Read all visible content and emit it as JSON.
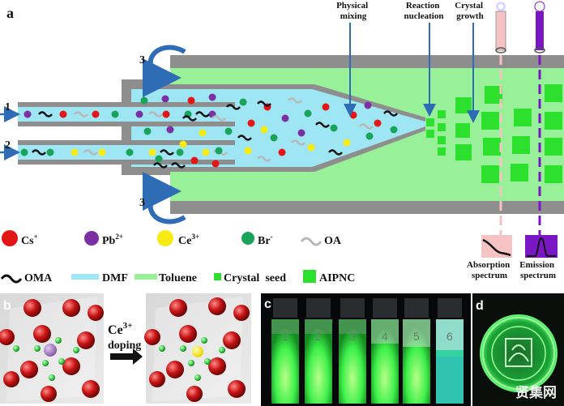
{
  "panels": {
    "a": "a",
    "b": "b",
    "c": "c",
    "d": "d"
  },
  "inlets": {
    "one": "1",
    "two": "2",
    "three": "3"
  },
  "stage_labels": {
    "physical": [
      "Physical",
      "mixing"
    ],
    "reaction": [
      "Reaction",
      "nucleation"
    ],
    "growth": [
      "Crystal",
      "growth"
    ]
  },
  "spectra": {
    "absorption": [
      "Absorption",
      "spectrum"
    ],
    "emission": [
      "Emission",
      "spectrum"
    ]
  },
  "legend_row1": [
    {
      "label": "Cs",
      "sup": "+",
      "color": "#e31616",
      "shape": "dot"
    },
    {
      "label": "Pb",
      "sup": "2+",
      "color": "#7b2fa3",
      "shape": "dot"
    },
    {
      "label": "Ce",
      "sup": "3+",
      "color": "#f7ea15",
      "shape": "dot"
    },
    {
      "label": "Br",
      "sup": "-",
      "color": "#1aa35a",
      "shape": "dot"
    },
    {
      "label": "OA",
      "sup": "",
      "color": "#b8b8b8",
      "shape": "squiggle"
    }
  ],
  "legend_row2": [
    {
      "label": "OMA",
      "color": "#111111",
      "shape": "squiggle"
    },
    {
      "label": "DMF",
      "color": "#9fe6f5",
      "shape": "bar"
    },
    {
      "label": "Toluene",
      "color": "#98f098",
      "shape": "bar"
    },
    {
      "label": "Crystal  seed",
      "color": "#2ee02e",
      "shape": "small-square"
    },
    {
      "label": "AIPNC",
      "color": "#2ee02e",
      "shape": "square"
    }
  ],
  "doping": {
    "ion": "Ce",
    "sup": "3+",
    "word": "doping"
  },
  "vial_numbers": [
    "1",
    "2",
    "3",
    "4",
    "5",
    "6"
  ],
  "watermark": "贤集网",
  "colors": {
    "toluene": "#98f098",
    "dmf": "#9fe6f5",
    "wall": "#8e8e8e",
    "crystal": "#2ee02e",
    "arrow_blue": "#2e6db5",
    "absorption": "#f5c3c3",
    "emission": "#7a17c4"
  }
}
